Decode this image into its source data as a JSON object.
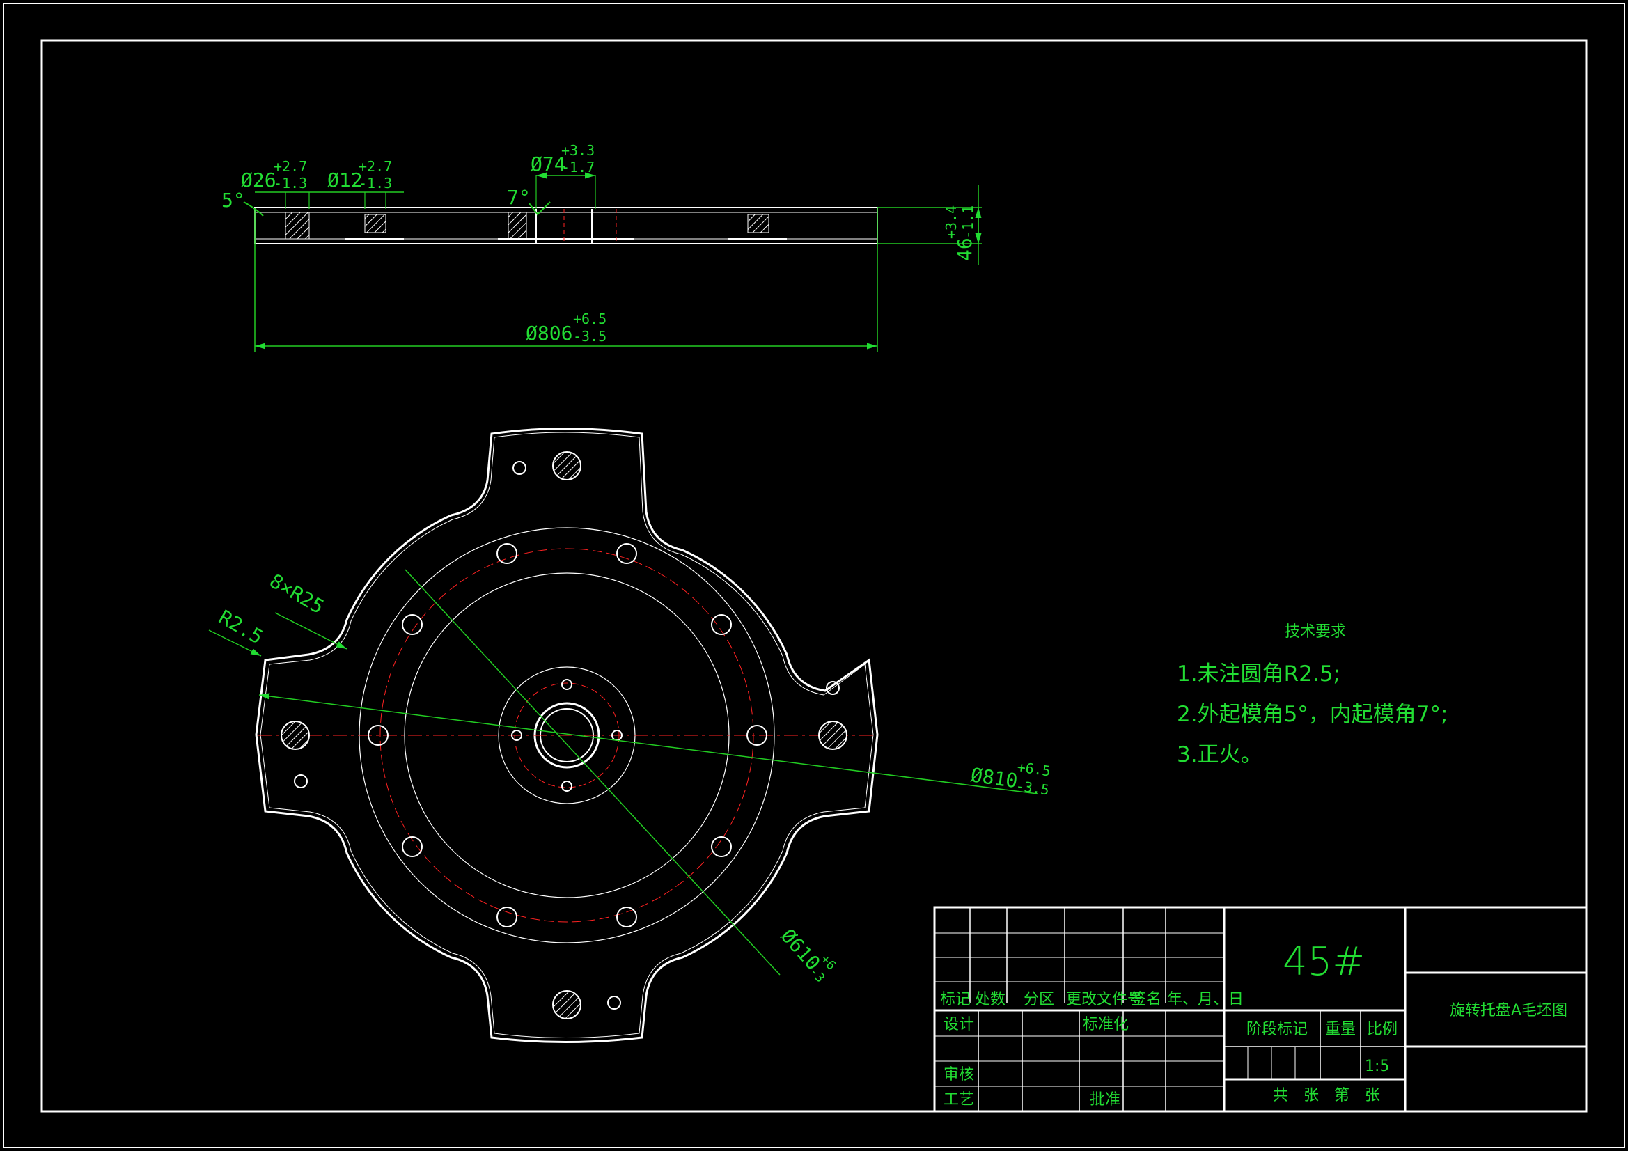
{
  "side_view": {
    "dims": {
      "draft_outer": "5°",
      "draft_inner": "7°",
      "d26": "Ø26",
      "d26_tol_up": "+2.7",
      "d26_tol_dn": "-1.3",
      "d12": "Ø12",
      "d12_tol_up": "+2.7",
      "d12_tol_dn": "-1.3",
      "d74": "Ø74",
      "d74_tol_up": "+3.3",
      "d74_tol_dn": "-1.7",
      "d806": "Ø806",
      "d806_tol_up": "+6.5",
      "d806_tol_dn": "-3.5",
      "h46": "46",
      "h46_tol_up": "+3.4",
      "h46_tol_dn": "-1.1"
    }
  },
  "top_view": {
    "dims": {
      "r_small": "R2.5",
      "r_arm": "8×R25",
      "d810": "Ø810",
      "d810_tol_up": "+6.5",
      "d810_tol_dn": "-3.5",
      "d610": "Ø610",
      "d610_tol_up": "+6",
      "d610_tol_dn": "-3"
    }
  },
  "tech_requirements": {
    "title": "技术要求",
    "items": [
      "1.未注圆角R2.5;",
      "2.外起模角5°，内起模角7°;",
      "3.正火。"
    ]
  },
  "title_block": {
    "material": "45#",
    "part_name": "旋转托盘A毛坯图",
    "hdr_mark": "标记",
    "hdr_count": "处数",
    "hdr_zone": "分区",
    "hdr_change_doc": "更改文件号",
    "hdr_sign": "签名",
    "hdr_date": "年、月、日",
    "lbl_design": "设计",
    "lbl_standard": "标准化",
    "lbl_review": "审核",
    "lbl_process": "工艺",
    "lbl_approve": "批准",
    "lbl_stage": "阶段标记",
    "lbl_weight": "重量",
    "lbl_scale": "比例",
    "scale_value": "1:5",
    "sheet_info": "共　张　第　张"
  },
  "colors": {
    "background": "#000000",
    "outline": "#ffffff",
    "dimension": "#22dd33",
    "centerline": "#ff2222"
  }
}
